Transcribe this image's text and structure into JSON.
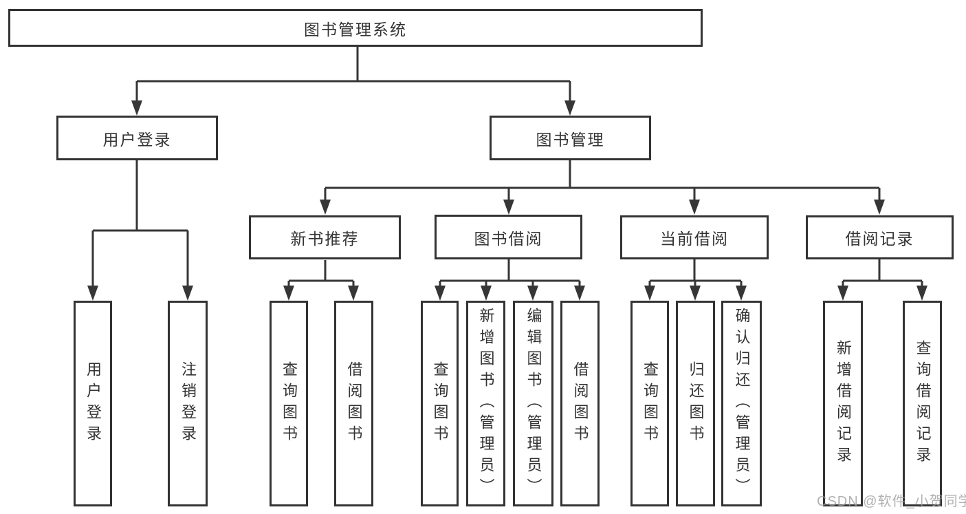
{
  "diagram": {
    "type": "tree",
    "root_label": "图书管理系统",
    "level2": [
      {
        "label": "用户登录"
      },
      {
        "label": "图书管理"
      }
    ],
    "level3": [
      {
        "label": "新书推荐"
      },
      {
        "label": "图书借阅"
      },
      {
        "label": "当前借阅"
      },
      {
        "label": "借阅记录"
      }
    ],
    "leaves": {
      "user": [
        {
          "label": "用户登录"
        },
        {
          "label": "注销登录"
        }
      ],
      "newbook": [
        {
          "label": "查询图书"
        },
        {
          "label": "借阅图书"
        }
      ],
      "borrow": [
        {
          "label": "查询图书"
        },
        {
          "label": "新增图书（管理员）"
        },
        {
          "label": "编辑图书（管理员）"
        },
        {
          "label": "借阅图书"
        }
      ],
      "current": [
        {
          "label": "查询图书"
        },
        {
          "label": "归还图书"
        },
        {
          "label": "确认归还（管理员）"
        }
      ],
      "records": [
        {
          "label": "新增借阅记录"
        },
        {
          "label": "查询借阅记录"
        }
      ]
    }
  },
  "watermark": {
    "text": "CSDN @软件_小贺同学"
  },
  "colors": {
    "line": "#363636",
    "text": "#333333",
    "box_fill": "#ffffff",
    "background": "#ffffff",
    "watermark": "#9e9e9e"
  }
}
